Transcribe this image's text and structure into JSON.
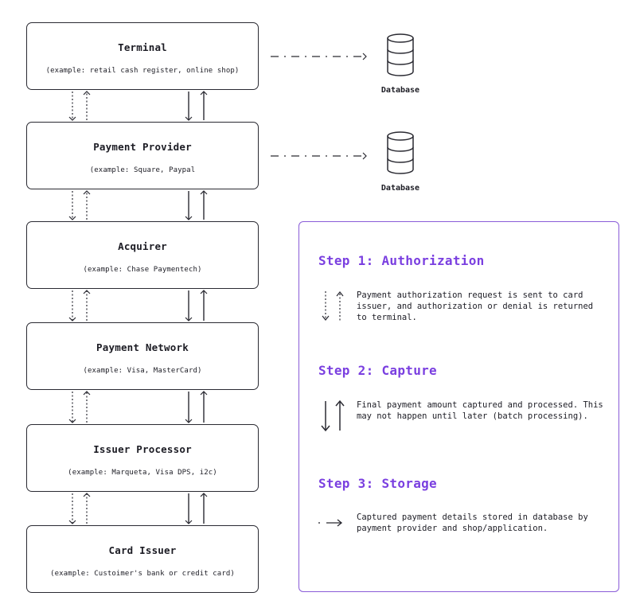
{
  "boxes": [
    {
      "title": "Terminal",
      "subtitle": "(example: retail cash register, online shop)"
    },
    {
      "title": "Payment Provider",
      "subtitle": "(example: Square, Paypal"
    },
    {
      "title": "Acquirer",
      "subtitle": "(example: Chase Paymentech)"
    },
    {
      "title": "Payment Network",
      "subtitle": "(example: Visa, MasterCard)"
    },
    {
      "title": "Issuer Processor",
      "subtitle": "(example: Marqueta, Visa DPS, i2c)"
    },
    {
      "title": "Card Issuer",
      "subtitle": "(example: Custoimer's bank or credit card)"
    }
  ],
  "databases": [
    {
      "label": "Database",
      "icon": "database-icon"
    },
    {
      "label": "Database",
      "icon": "database-icon"
    }
  ],
  "legend": {
    "steps": [
      {
        "title": "Step 1: Authorization",
        "text": "Payment authorization request is sent to card issuer, and authorization or denial is returned to terminal.",
        "icon": "dotted-arrows-icon"
      },
      {
        "title": "Step 2: Capture",
        "text": "Final payment amount captured and processed. This may not happen until later (batch processing).",
        "icon": "solid-arrows-icon"
      },
      {
        "title": "Step 3: Storage",
        "text": "Captured payment details stored in database by payment provider and shop/application.",
        "icon": "dash-dot-arrow-icon"
      }
    ]
  },
  "colors": {
    "accent": "#7a3fe0",
    "border": "#2a2a32",
    "legend_border": "#8a5cd8"
  }
}
